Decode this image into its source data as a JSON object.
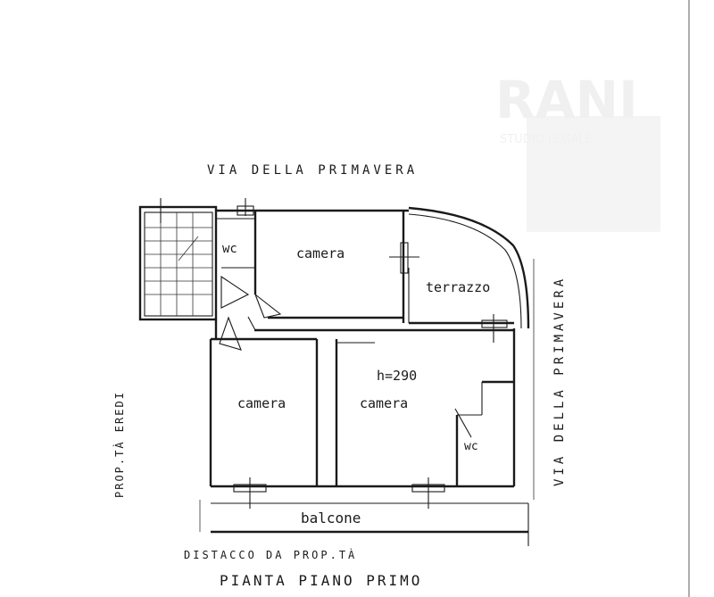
{
  "streets": {
    "top": "VIA DELLA PRIMAVERA",
    "right": "VIA DELLA PRIMAVERA"
  },
  "neighbor": "PROP.TÀ EREDI",
  "rooms": {
    "wc_top": "wc",
    "camera_top": "camera",
    "terrazzo": "terrazzo",
    "camera_left": "camera",
    "camera_right": "camera",
    "height": "h=290",
    "wc_bottom": "wc",
    "balcone": "balcone"
  },
  "distance": "DISTACCO DA PROP.TÀ",
  "plan_title": "PIANTA PIANO PRIMO",
  "watermark": {
    "logo": "RANI",
    "subtitle": "STUDIO LEGALE"
  }
}
